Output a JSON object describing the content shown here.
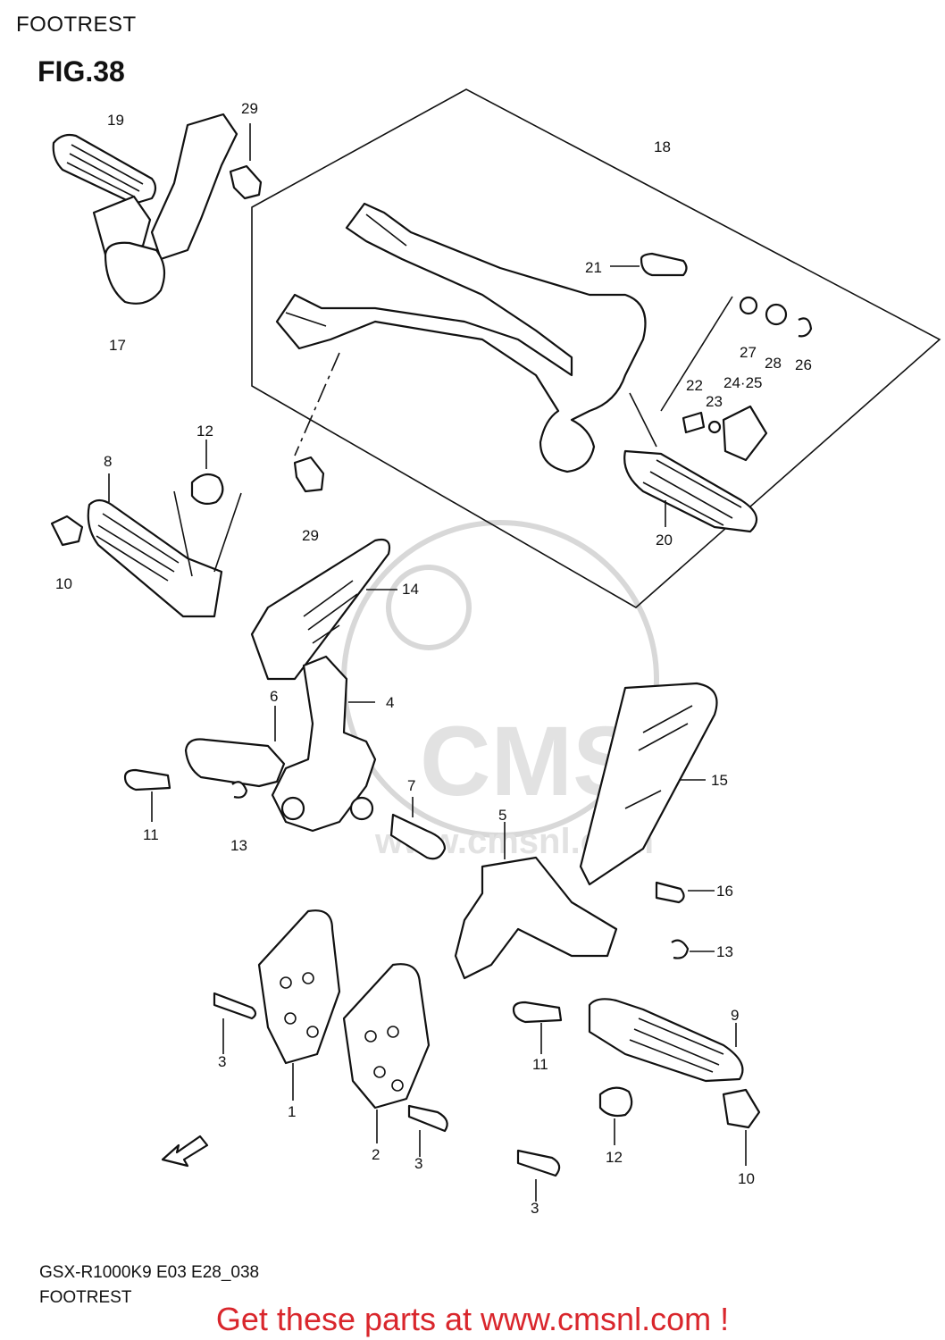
{
  "header": {
    "title": "FOOTREST",
    "figure": "FIG.38"
  },
  "callouts": {
    "c1": "1",
    "c2": "2",
    "c3a": "3",
    "c3b": "3",
    "c3c": "3",
    "c4": "4",
    "c5": "5",
    "c6": "6",
    "c7": "7",
    "c8": "8",
    "c9": "9",
    "c10a": "10",
    "c10b": "10",
    "c11a": "11",
    "c11b": "11",
    "c12a": "12",
    "c12b": "12",
    "c13a": "13",
    "c13b": "13",
    "c14": "14",
    "c15": "15",
    "c16": "16",
    "c17": "17",
    "c18": "18",
    "c19": "19",
    "c20": "20",
    "c21": "21",
    "c22": "22",
    "c23": "23",
    "c2425": "24·25",
    "c26": "26",
    "c27": "27",
    "c28": "28",
    "c29a": "29",
    "c29b": "29"
  },
  "watermark": {
    "brand": "CMS",
    "url": "www.cmsnl.com"
  },
  "footer": {
    "model_code": "GSX-R1000K9 E03 E28_038",
    "section": "FOOTREST",
    "promo": "Get these parts at www.cmsnl.com !"
  },
  "colors": {
    "promo": "#d9262c",
    "line": "#111111",
    "watermark": "#d8d8d8"
  }
}
